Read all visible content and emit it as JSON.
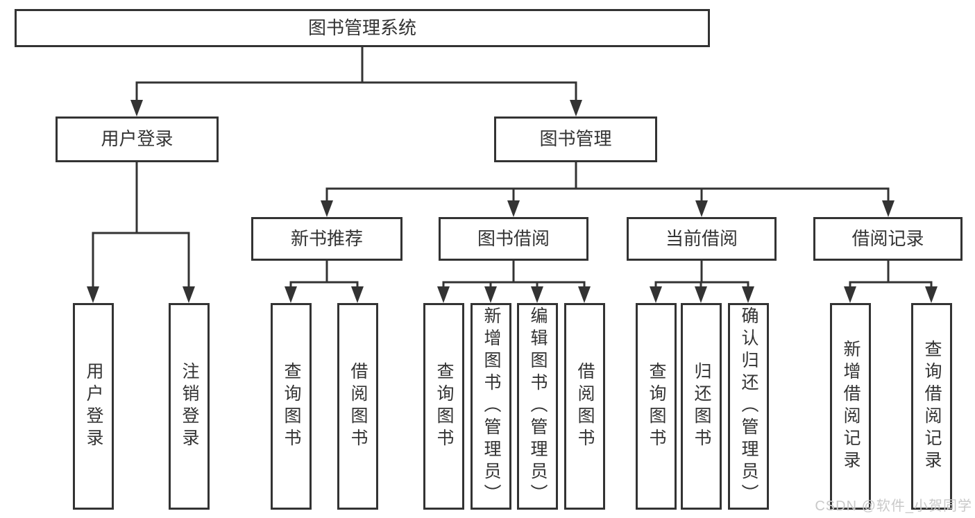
{
  "colors": {
    "line": "#333333",
    "text": "#333333",
    "watermark": "#c9c9c9",
    "background": "#ffffff"
  },
  "watermark": {
    "text": "CSDN @软件_小贺同学"
  },
  "diagram": {
    "root": {
      "label": "图书管理系统"
    },
    "branches": [
      {
        "label": "用户登录",
        "children": [
          {
            "label": "用户登录"
          },
          {
            "label": "注销登录"
          }
        ]
      },
      {
        "label": "图书管理",
        "children": [
          {
            "label": "新书推荐",
            "children": [
              {
                "label": "查询图书"
              },
              {
                "label": "借阅图书"
              }
            ]
          },
          {
            "label": "图书借阅",
            "children": [
              {
                "label": "查询图书"
              },
              {
                "label": "新增图书（管理员）"
              },
              {
                "label": "编辑图书（管理员）"
              },
              {
                "label": "借阅图书"
              }
            ]
          },
          {
            "label": "当前借阅",
            "children": [
              {
                "label": "查询图书"
              },
              {
                "label": "归还图书"
              },
              {
                "label": "确认归还（管理员）"
              }
            ]
          },
          {
            "label": "借阅记录",
            "children": [
              {
                "label": "新增借阅记录"
              },
              {
                "label": "查询借阅记录"
              }
            ]
          }
        ]
      }
    ]
  }
}
